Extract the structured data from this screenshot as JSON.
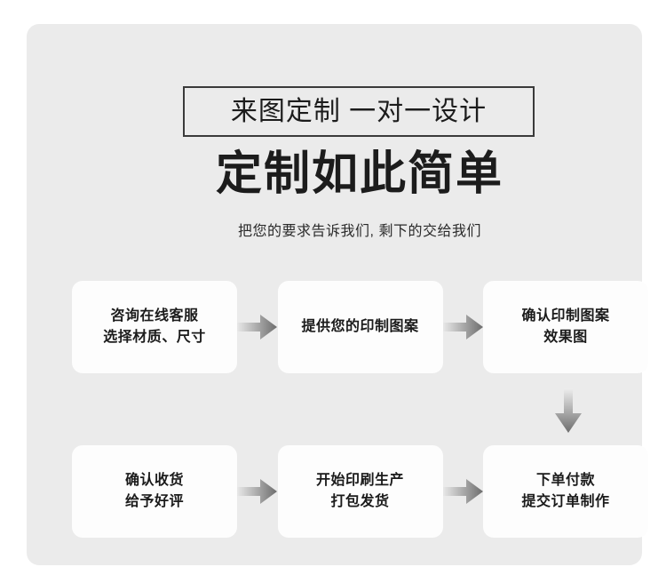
{
  "panel": {
    "background_color": "#ebebeb",
    "card_color": "#fdfdfd",
    "text_color": "#1b1b1b",
    "border_color": "#3a3a3a"
  },
  "header": {
    "boxed_tagline": "来图定制 一对一设计",
    "title": "定制如此简单",
    "subtitle": "把您的要求告诉我们, 剩下的交给我们"
  },
  "flow": {
    "row1": {
      "steps": [
        {
          "label": "咨询在线客服\n选择材质、尺寸"
        },
        {
          "label": "提供您的印制图案"
        },
        {
          "label": "确认印制图案\n效果图"
        }
      ],
      "connectors": [
        {
          "icon": "arrow-right-icon"
        },
        {
          "icon": "arrow-right-icon"
        }
      ]
    },
    "vertical_connector": {
      "icon": "arrow-down-icon"
    },
    "row2": {
      "steps": [
        {
          "label": "确认收货\n给予好评"
        },
        {
          "label": "开始印刷生产\n打包发货"
        },
        {
          "label": "下单付款\n提交订单制作"
        }
      ],
      "connectors": [
        {
          "icon": "arrow-right-icon"
        },
        {
          "icon": "arrow-right-icon"
        }
      ]
    }
  }
}
